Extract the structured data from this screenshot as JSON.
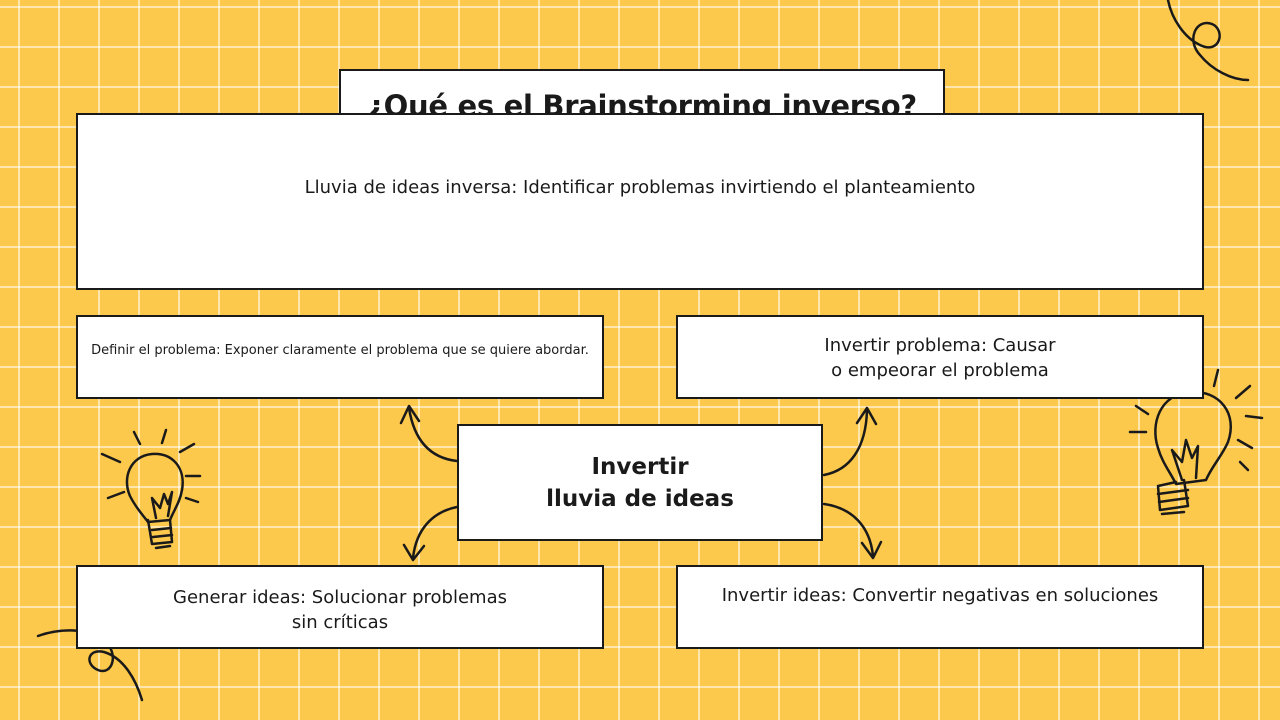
{
  "title": "¿Qué es el Brainstorming inverso?",
  "definition": "Lluvia de ideas inversa: Identificar problemas invirtiendo el planteamiento",
  "center": "Invertir\nlluvia de ideas",
  "steps": {
    "top_left": "Definir el problema: Exponer claramente el problema que se quiere abordar.",
    "top_right": "Invertir problema: Causar\n o empeorar el problema",
    "bottom_left": "Generar ideas: Solucionar problemas\nsin críticas",
    "bottom_right": "Invertir ideas: Convertir negativas en soluciones"
  },
  "colors": {
    "background": "#fdc94d",
    "box": "#ffffff",
    "ink": "#1a1a1a"
  },
  "decorations": [
    "lightbulb-icon",
    "lightbulb-icon",
    "curly-squiggle",
    "curly-squiggle",
    "curved-arrow"
  ]
}
